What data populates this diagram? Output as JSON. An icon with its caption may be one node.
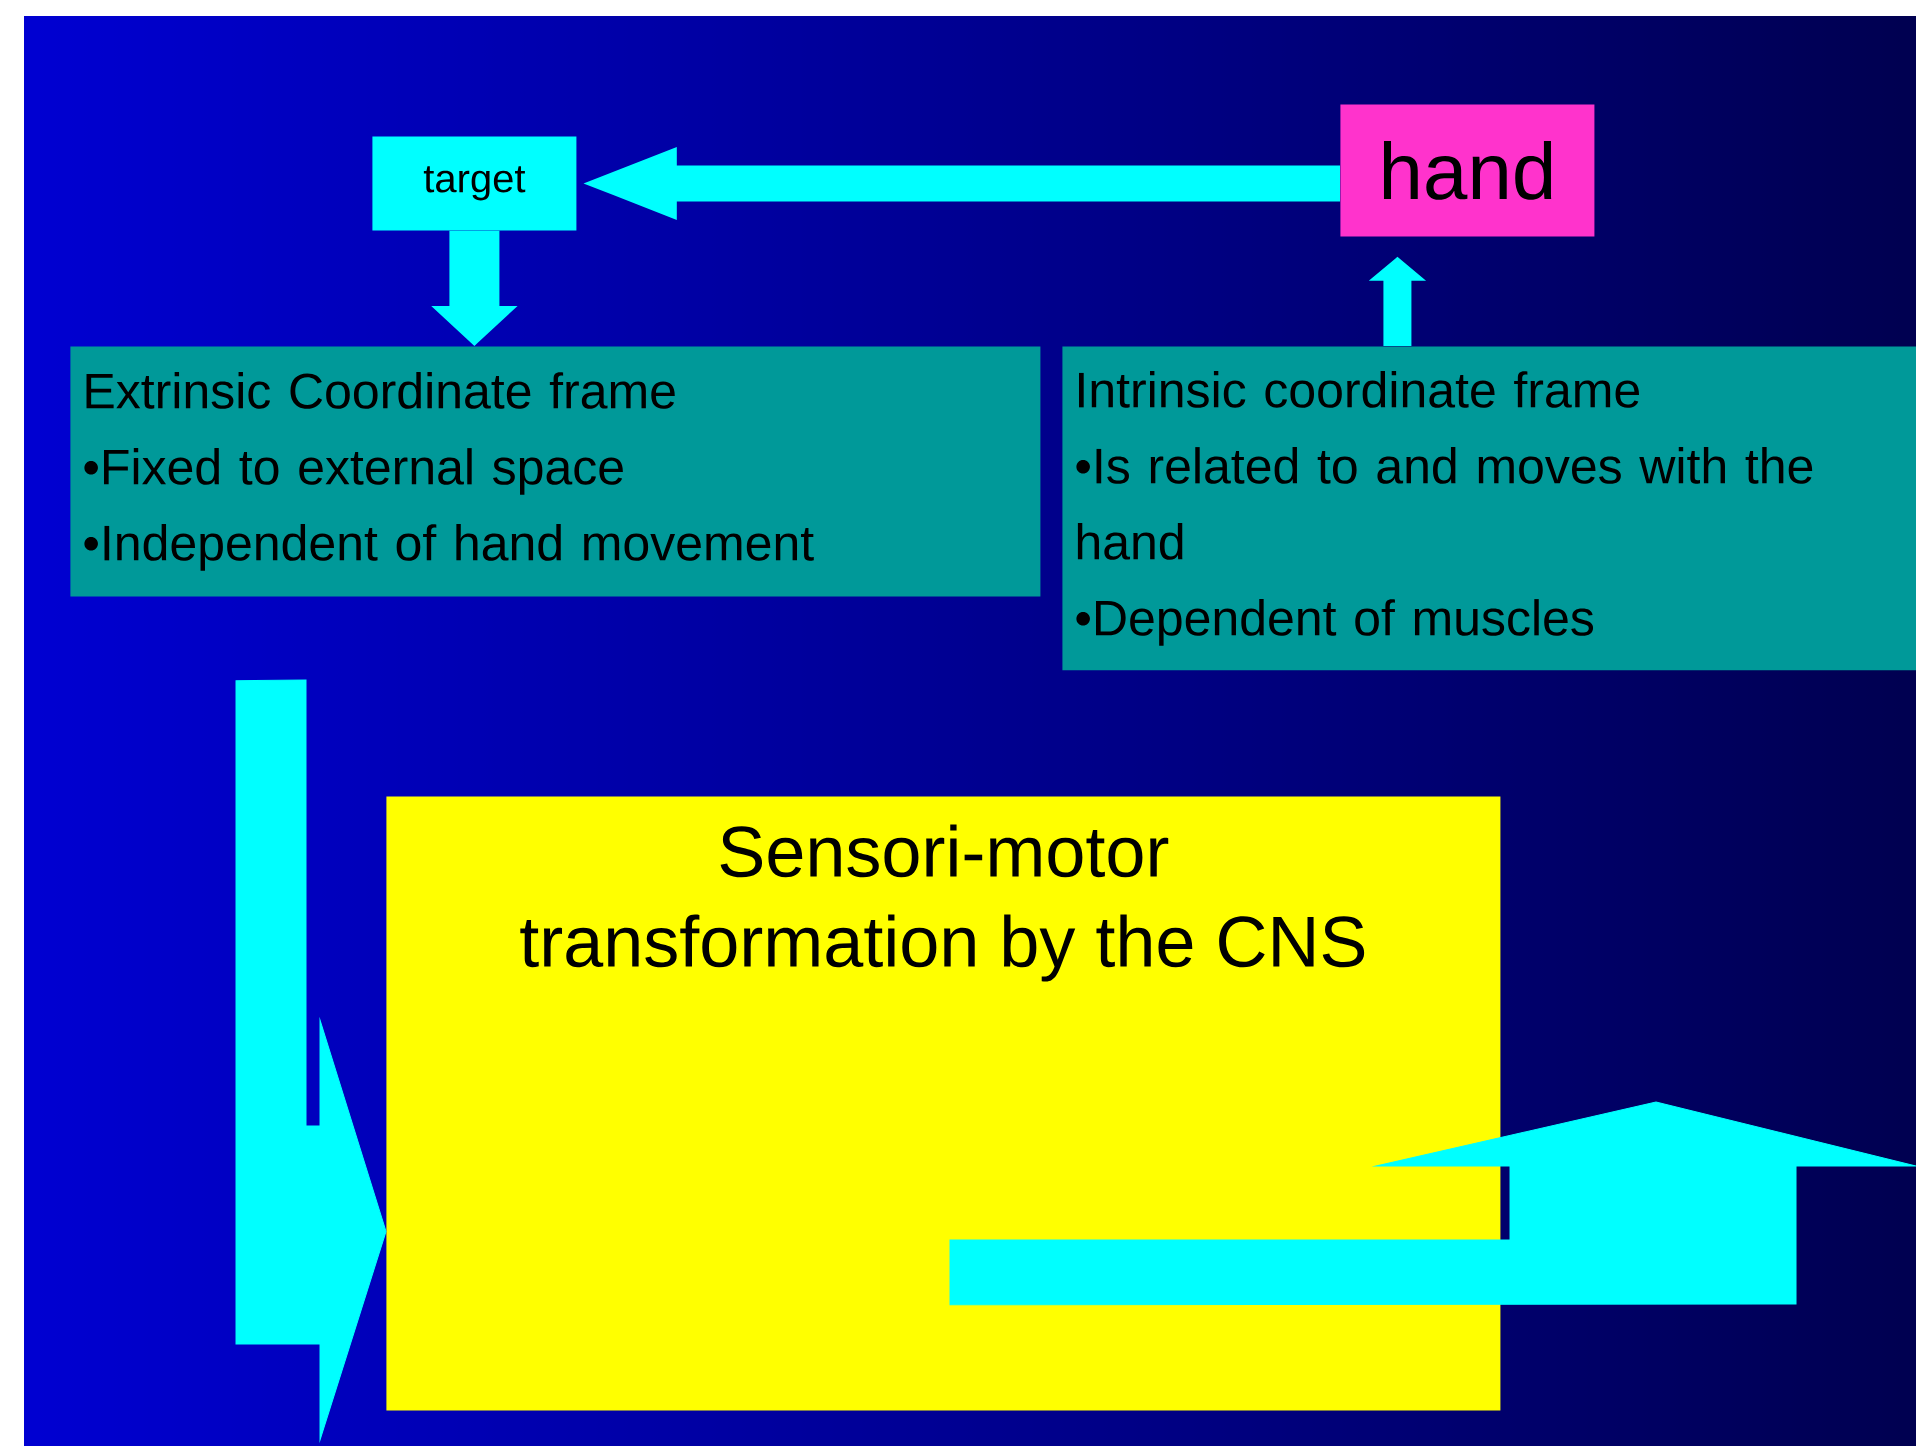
{
  "diagram": {
    "nodes": [
      {
        "text": [
          "target"
        ]
      },
      {
        "text": [
          "hand"
        ]
      },
      {
        "text": [
          "Extrinsic Coordinate frame",
          "•Fixed to external space",
          "•Independent of hand movement"
        ]
      },
      {
        "text": [
          "Intrinsic coordinate frame",
          "•Is related to and moves with the hand",
          "•Dependent of muscles"
        ]
      },
      {
        "text": [
          "Sensori-motor transformation by the CNS"
        ]
      }
    ],
    "edges": [
      {
        "from": 1,
        "to": 0,
        "arrow": "to"
      },
      {
        "from": 0,
        "to": 2,
        "arrow": "to"
      },
      {
        "from": 3,
        "to": 1,
        "arrow": "to"
      },
      {
        "from": 2,
        "to": 4,
        "arrow": "to"
      },
      {
        "from": 4,
        "to": null,
        "arrow": "to"
      }
    ]
  }
}
